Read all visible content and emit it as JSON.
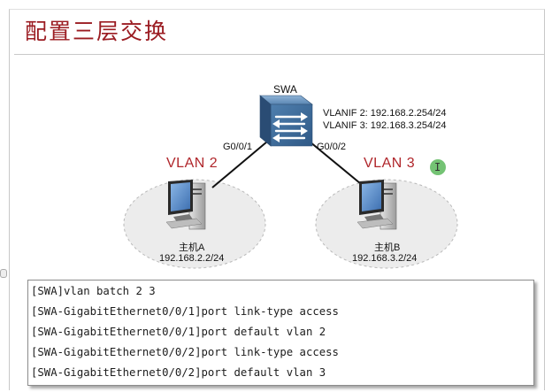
{
  "slide": {
    "title": "配置三层交换"
  },
  "switch": {
    "name": "SWA",
    "vlanif_lines": [
      "VLANIF 2: 192.168.2.254/24",
      "VLANIF 3: 192.168.3.254/24"
    ],
    "port_left": "G0/0/1",
    "port_right": "G0/0/2"
  },
  "hosts": [
    {
      "vlan_label": "VLAN 2",
      "name": "主机A",
      "ip": "192.168.2.2/24"
    },
    {
      "vlan_label": "VLAN 3",
      "name": "主机B",
      "ip": "192.168.3.2/24"
    }
  ],
  "console": {
    "lines": [
      "[SWA]vlan batch 2 3",
      "[SWA-GigabitEthernet0/0/1]port link-type access",
      "[SWA-GigabitEthernet0/0/1]port default vlan 2",
      "[SWA-GigabitEthernet0/0/2]port link-type access",
      "[SWA-GigabitEthernet0/0/2]port default vlan 3"
    ]
  },
  "colors": {
    "title": "#9b1c22",
    "vlan_label": "#b0262b",
    "switch_face": "#3f6e9c",
    "cursor_dot": "#5cb85c"
  },
  "icons": [
    "switch-icon",
    "computer-icon",
    "text-cursor-icon"
  ]
}
